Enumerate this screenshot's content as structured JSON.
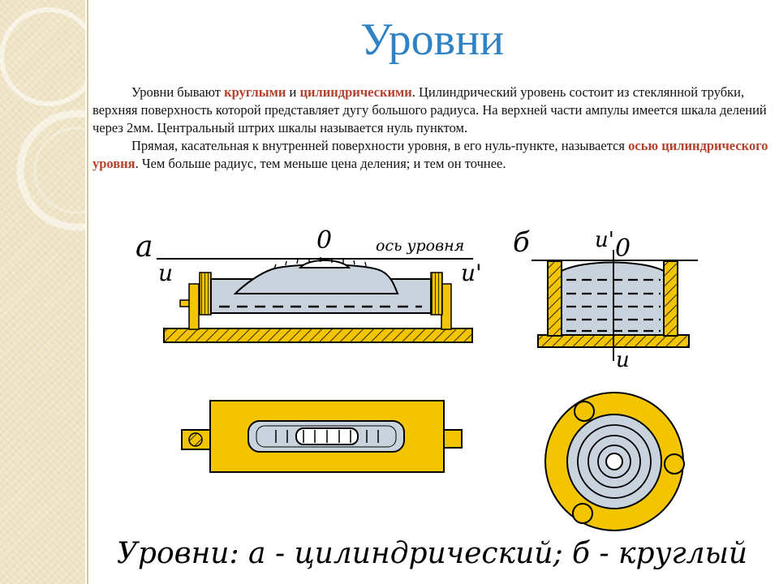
{
  "title": "Уровни",
  "paragraph1": {
    "t1": "Уровни бывают ",
    "h1": "круглыми",
    "t2": " и ",
    "h2": "цилиндрическими",
    "t3": ". Цилиндрический уровень состоит из стеклянной трубки, верхняя поверхность которой представляет дугу большого радиуса. На верхней части ампулы имеется шкала делений через 2мм. Центральный штрих шкалы называется нуль пунктом."
  },
  "paragraph2": {
    "t1": "Прямая, касательная к внутренней поверхности уровня, в его нуль-пункте, называется ",
    "h1": "осью цилиндрического уровня",
    "t2": ". Чем больше радиус, тем меньше цена деления; и тем он точнее."
  },
  "diagram_labels": {
    "a": "а",
    "zero_a": "0",
    "axis": "ось уровня",
    "u_left": "u",
    "u_right": "u'",
    "b": "б",
    "u_top": "u'",
    "zero_b": "0",
    "u_bottom": "u"
  },
  "caption": "Уровни: а - цилиндрический; б - круглый",
  "colors": {
    "title": "#2f82c5",
    "highlight": "#b7402b",
    "metal": "#f2c500",
    "glass": "#c9d3dd",
    "sidebar": "#efe4c6"
  }
}
